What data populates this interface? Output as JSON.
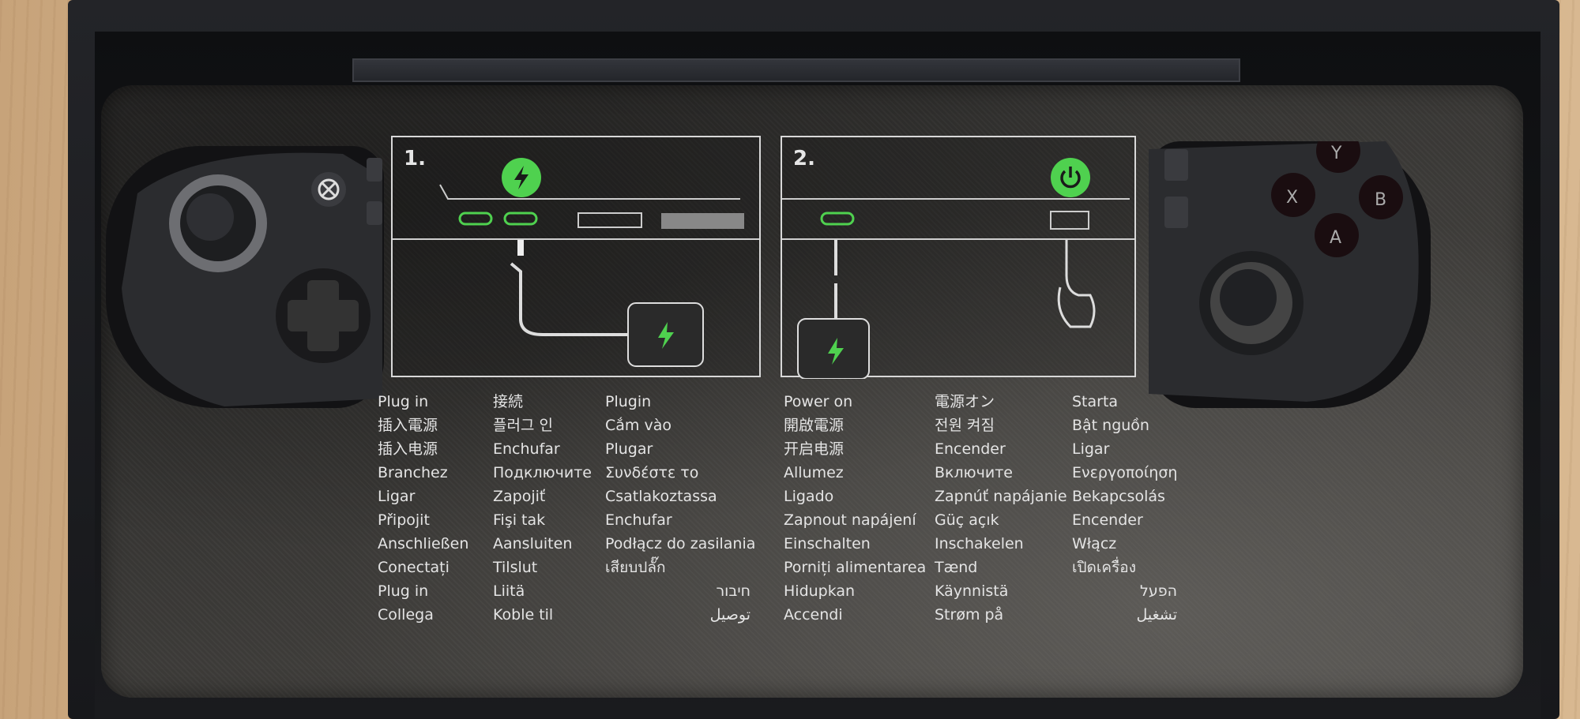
{
  "diagram": {
    "step1": {
      "number": "1.",
      "icon": "lightning-bolt-icon"
    },
    "step2": {
      "number": "2.",
      "icon": "power-icon"
    },
    "accent": "#4fd14f"
  },
  "plug_in": {
    "col1": [
      "Plug in",
      "插入電源",
      "插入电源",
      "Branchez",
      "Ligar",
      "Připojit",
      "Anschließen",
      "Conectați",
      "Plug in",
      "Collega"
    ],
    "col2": [
      "接続",
      "플러그 인",
      "Enchufar",
      "Подключите",
      "Zapojiť",
      "Fişi tak",
      "Aansluiten",
      "Tilslut",
      "Liitä",
      "Koble til"
    ],
    "col3": [
      "Plugin",
      "Cắm vào",
      "Plugar",
      "Συνδέστε το",
      "Csatlakoztassa",
      "Enchufar",
      "Podłącz do zasilania",
      "เสียบปลั๊ก"
    ],
    "rtl": [
      "חיבור",
      "توصيل"
    ]
  },
  "power_on": {
    "col1": [
      "Power on",
      "開啟電源",
      "开启电源",
      "Allumez",
      "Ligado",
      "Zapnout napájení",
      "Einschalten",
      "Porniți alimentarea",
      "Hidupkan",
      "Accendi"
    ],
    "col2": [
      "電源オン",
      "전원 켜짐",
      "Encender",
      "Включите",
      "Zapnúť napájanie",
      "Güç açık",
      "Inschakelen",
      "Tænd",
      "Käynnistä",
      "Strøm på"
    ],
    "col3": [
      "Starta",
      "Bật nguồn",
      "Ligar",
      "Ενεργοποίηση",
      "Bekapcsolás",
      "Encender",
      "Włącz",
      "เปิดเครื่อง"
    ],
    "rtl": [
      "הפעל",
      "تشغيل"
    ]
  },
  "controller_buttons": [
    "Y",
    "X",
    "B",
    "A"
  ]
}
